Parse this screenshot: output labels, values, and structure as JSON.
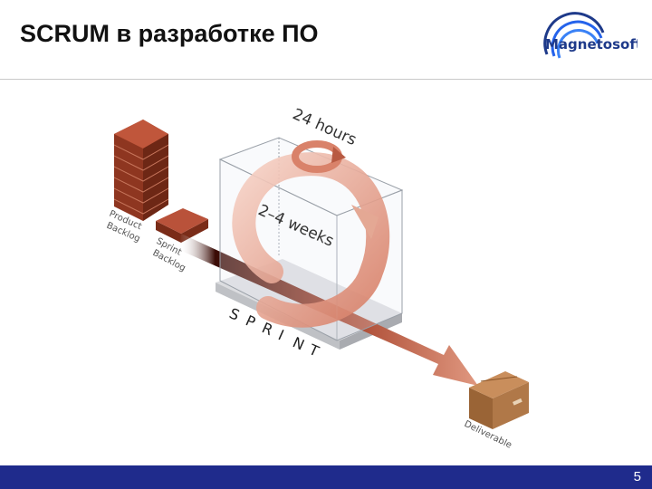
{
  "slide": {
    "title": "SCRUM в разработке ПО",
    "page_number": "5"
  },
  "logo": {
    "text": "Magnetosoft",
    "colors": {
      "primary": "#1e3a8a",
      "ring": "#2563eb"
    }
  },
  "diagram": {
    "product_backlog_line1": "Product",
    "product_backlog_line2": "Backlog",
    "sprint_backlog_line1": "Sprint",
    "sprint_backlog_line2": "Backlog",
    "daily_cycle": "24 hours",
    "sprint_cycle": "2–4 weeks",
    "sprint_letters": [
      "S",
      "P",
      "R",
      "I",
      "N",
      "T"
    ],
    "deliverable": "Deliverable"
  },
  "colors": {
    "brick": "#9c3a22",
    "arrow": "#c9604a",
    "box": "#b07848",
    "footer": "#1f2b8c"
  }
}
